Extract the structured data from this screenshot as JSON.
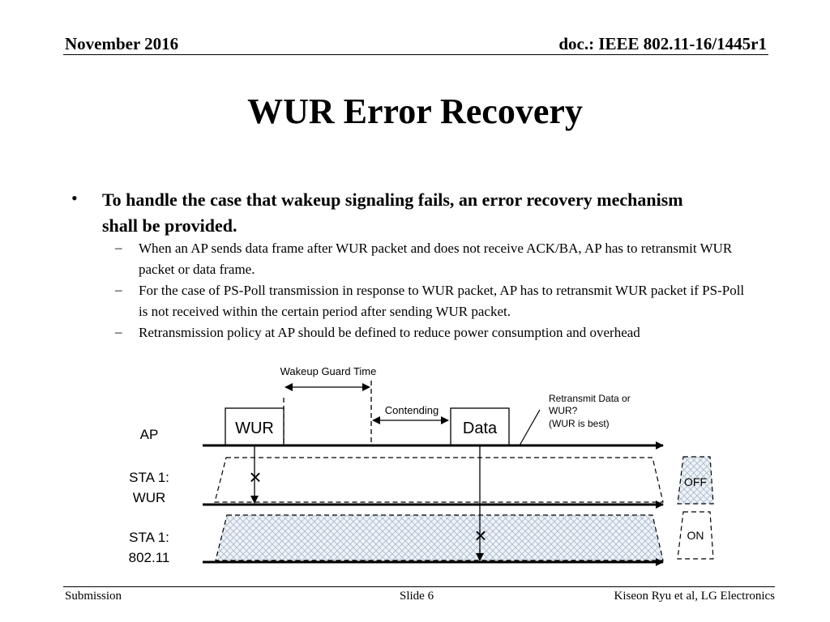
{
  "header": {
    "date": "November 2016",
    "doc": "doc.: IEEE 802.11-16/1445r1"
  },
  "title": "WUR Error Recovery",
  "bullet": {
    "marker": "•",
    "text": "To handle the case that wakeup signaling fails, an error recovery mechanism shall be provided.",
    "sub_marker": "–",
    "sub_items": [
      "When an AP sends data frame after WUR packet and does not receive ACK/BA, AP has to retransmit WUR packet or data frame.",
      "For the case of PS-Poll transmission in response to WUR packet, AP has to retransmit WUR packet if PS-Poll is not received within the certain period after sending WUR packet.",
      "Retransmission policy at AP should be defined to reduce power consumption and overhead"
    ]
  },
  "diagram": {
    "guard_time_label": "Wakeup Guard Time",
    "contending_label": "Contending",
    "retransmit_label_1": "Retransmit Data or",
    "retransmit_label_2": "WUR?",
    "retransmit_label_3": "(WUR is best)",
    "wur_box": "WUR",
    "data_box": "Data",
    "row_ap": "AP",
    "row_sta_wur_1": "STA 1:",
    "row_sta_wur_2": "WUR",
    "row_sta_11_1": "STA 1:",
    "row_sta_11_2": "802.11",
    "legend_off": "OFF",
    "legend_on": "ON",
    "fail_marker": "×"
  },
  "footer": {
    "left": "Submission",
    "center": "Slide 6",
    "right": "Kiseon Ryu et al, LG Electronics"
  }
}
